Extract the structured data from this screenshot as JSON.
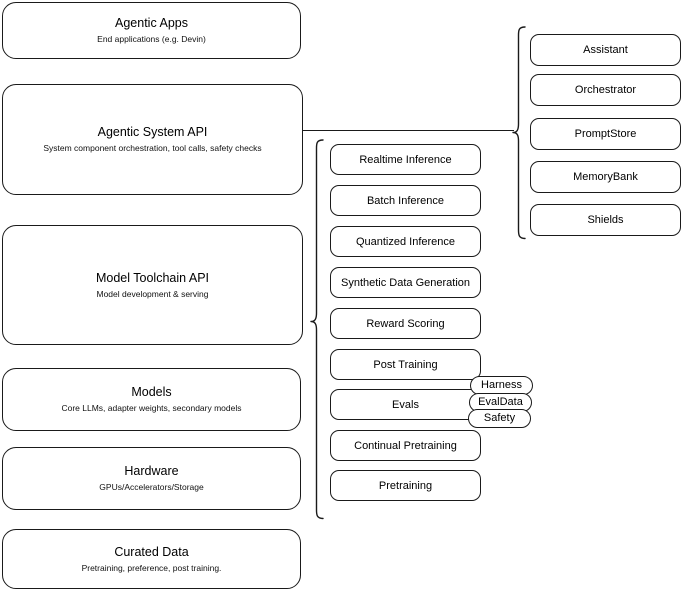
{
  "diagram": {
    "left_stack": [
      {
        "title": "Agentic Apps",
        "subtitle": "End applications (e.g. Devin)"
      },
      {
        "title": "Agentic System API",
        "subtitle": "System component orchestration, tool calls, safety checks"
      },
      {
        "title": "Model Toolchain API",
        "subtitle": "Model development & serving"
      },
      {
        "title": "Models",
        "subtitle": "Core LLMs, adapter weights, secondary models"
      },
      {
        "title": "Hardware",
        "subtitle": "GPUs/Accelerators/Storage"
      },
      {
        "title": "Curated Data",
        "subtitle": "Pretraining, preference, post training."
      }
    ],
    "toolchain_components": [
      {
        "label": "Realtime Inference"
      },
      {
        "label": "Batch Inference"
      },
      {
        "label": "Quantized Inference"
      },
      {
        "label": "Synthetic Data Generation"
      },
      {
        "label": "Reward Scoring"
      },
      {
        "label": "Post Training"
      },
      {
        "label": "Evals"
      },
      {
        "label": "Continual Pretraining"
      },
      {
        "label": "Pretraining"
      }
    ],
    "eval_pills": [
      {
        "label": "Harness"
      },
      {
        "label": "EvalData"
      },
      {
        "label": "Safety"
      }
    ],
    "system_components": [
      {
        "label": "Assistant"
      },
      {
        "label": "Orchestrator"
      },
      {
        "label": "PromptStore"
      },
      {
        "label": "MemoryBank"
      },
      {
        "label": "Shields"
      }
    ],
    "colors": {
      "stroke": "#1a1a1a",
      "background": "#ffffff",
      "text": "#000000"
    }
  }
}
